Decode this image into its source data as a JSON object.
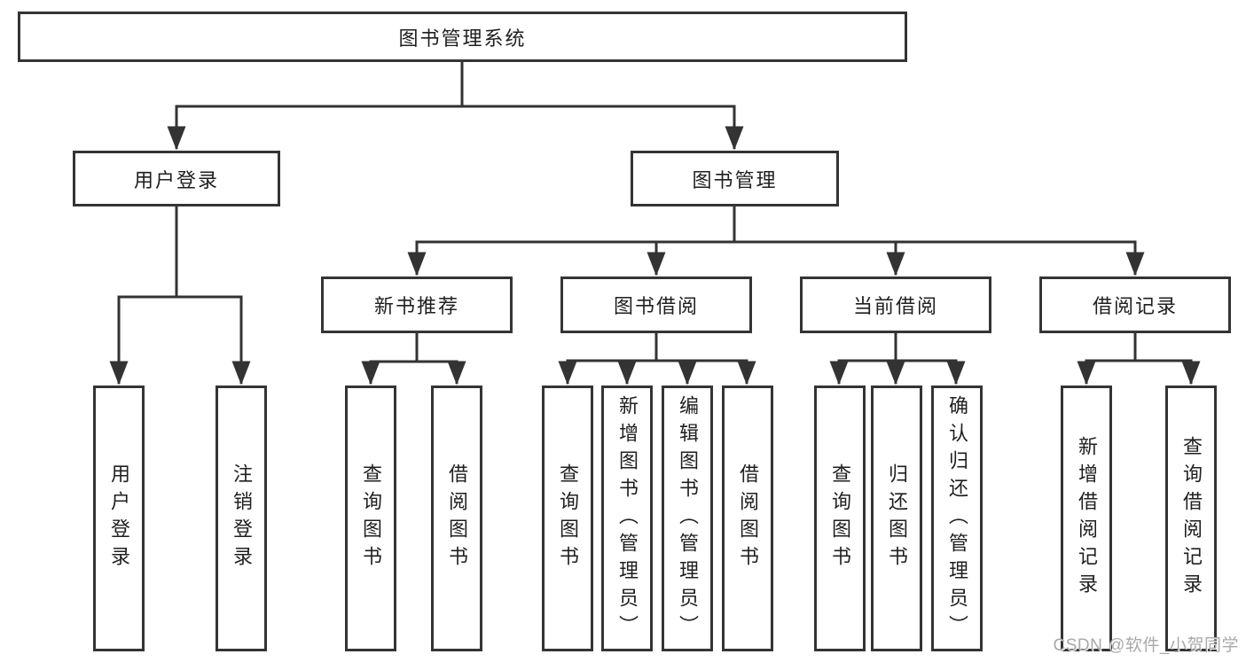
{
  "diagram": {
    "title": "图书管理系统",
    "tree": {
      "root": "图书管理系统",
      "user_login": {
        "label": "用户登录",
        "children": [
          "用户登录",
          "注销登录"
        ]
      },
      "book_management": {
        "label": "图书管理",
        "sections": [
          {
            "label": "新书推荐",
            "children": [
              "查询图书",
              "借阅图书"
            ]
          },
          {
            "label": "图书借阅",
            "children": [
              "查询图书",
              "新增图书（管理员）",
              "编辑图书（管理员）",
              "借阅图书"
            ]
          },
          {
            "label": "当前借阅",
            "children": [
              "查询图书",
              "归还图书",
              "确认归还（管理员）"
            ]
          },
          {
            "label": "借阅记录",
            "children": [
              "新增借阅记录",
              "查询借阅记录"
            ]
          }
        ]
      }
    },
    "colors": {
      "line": "#333333",
      "box_border": "#343434",
      "text": "#1f1f1f",
      "background": "#ffffff",
      "watermark": "#a9a9a9"
    }
  },
  "watermark": {
    "text": "CSDN @软件_小贺同学"
  }
}
